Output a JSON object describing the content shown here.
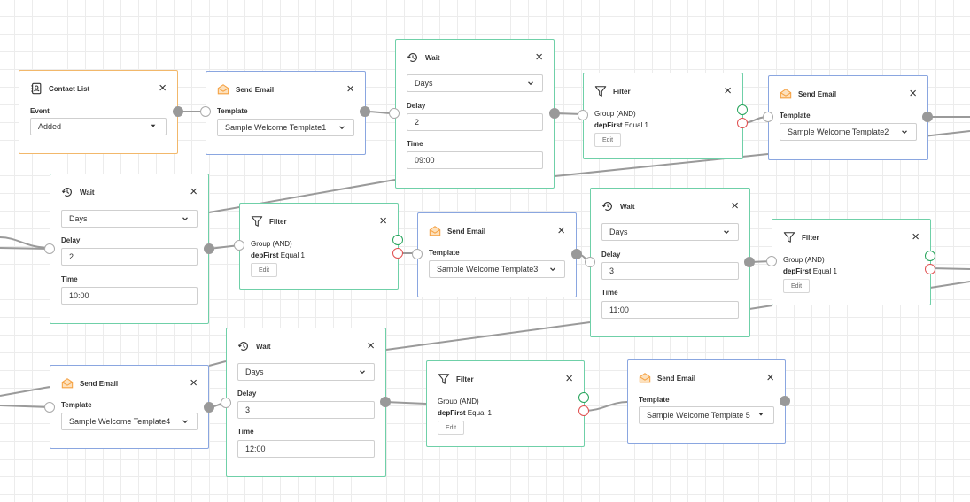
{
  "colors": {
    "contact_border": "#f2b86b",
    "email_border": "#8aa6e0",
    "wait_filter_border": "#6fd0a8",
    "email_icon": "#f5a142",
    "port_yes": "#25a35a",
    "port_no": "#e05050"
  },
  "icons": {
    "contact": "address-book-icon",
    "email": "envelope-open-icon",
    "wait": "clock-history-icon",
    "filter": "funnel-icon",
    "close": "close-icon"
  },
  "contact_list": {
    "title": "Contact List",
    "event_label": "Event",
    "event_value": "Added"
  },
  "emails": [
    {
      "title": "Send Email",
      "template_label": "Template",
      "template_value": "Sample Welcome Template1"
    },
    {
      "title": "Send Email",
      "template_label": "Template",
      "template_value": "Sample Welcome Template2"
    },
    {
      "title": "Send Email",
      "template_label": "Template",
      "template_value": "Sample Welcome Template3"
    },
    {
      "title": "Send Email",
      "template_label": "Template",
      "template_value": "Sample Welcome Template4"
    },
    {
      "title": "Send Email",
      "template_label": "Template",
      "template_value": "Sample Welcome Template 5"
    }
  ],
  "waits": [
    {
      "title": "Wait",
      "unit": "Days",
      "delay_label": "Delay",
      "delay_value": "2",
      "time_label": "Time",
      "time_value": "09:00"
    },
    {
      "title": "Wait",
      "unit": "Days",
      "delay_label": "Delay",
      "delay_value": "2",
      "time_label": "Time",
      "time_value": "10:00"
    },
    {
      "title": "Wait",
      "unit": "Days",
      "delay_label": "Delay",
      "delay_value": "3",
      "time_label": "Time",
      "time_value": "11:00"
    },
    {
      "title": "Wait",
      "unit": "Days",
      "delay_label": "Delay",
      "delay_value": "3",
      "time_label": "Time",
      "time_value": "12:00"
    }
  ],
  "filters": [
    {
      "title": "Filter",
      "group": "Group (AND)",
      "field": "depFirst",
      "condition": " Equal 1",
      "edit_label": "Edit"
    },
    {
      "title": "Filter",
      "group": "Group (AND)",
      "field": "depFirst",
      "condition": " Equal 1",
      "edit_label": "Edit"
    },
    {
      "title": "Filter",
      "group": "Group (AND)",
      "field": "depFirst",
      "condition": " Equal 1",
      "edit_label": "Edit"
    },
    {
      "title": "Filter",
      "group": "Group (AND)",
      "field": "depFirst",
      "condition": " Equal 1",
      "edit_label": "Edit"
    }
  ],
  "close_symbol": "×"
}
